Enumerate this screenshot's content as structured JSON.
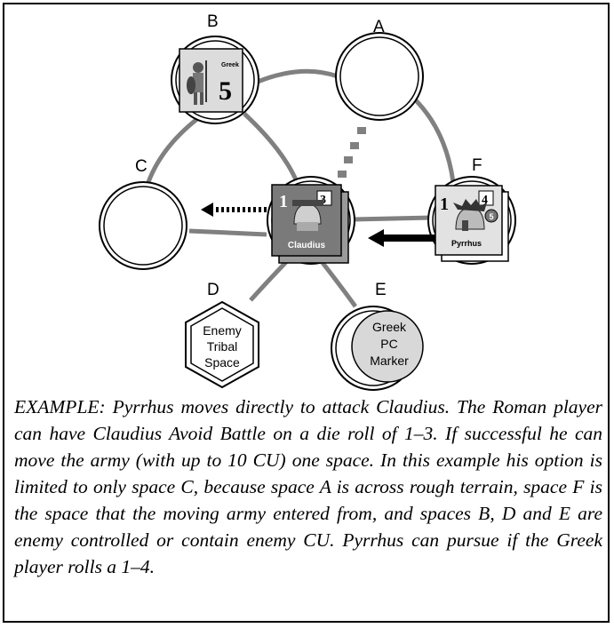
{
  "spaces": {
    "a": {
      "label": "A"
    },
    "b": {
      "label": "B"
    },
    "c": {
      "label": "C"
    },
    "d": {
      "label": "D",
      "marker_lines": [
        "Enemy",
        "Tribal",
        "Space"
      ]
    },
    "e": {
      "label": "E",
      "marker_lines": [
        "Greek",
        "PC",
        "Marker"
      ]
    },
    "f": {
      "label": "F"
    }
  },
  "units": {
    "greek_counter": {
      "name": "Greek",
      "value": "5"
    },
    "claudius": {
      "name": "Claudius",
      "strategy": "1",
      "tactics": "3"
    },
    "pyrrhus": {
      "name": "Pyrrhus",
      "strategy": "1",
      "tactics": "4",
      "badge": "5"
    }
  },
  "caption": "EXAMPLE: Pyrrhus moves directly to attack Claudius. The Roman player can have Claudius Avoid Battle on a die roll of 1–3. If successful he can move the army (with up to 10 CU) one space. In this example his option is limited to only space C, because space A is across rough terrain, space F is the space that the moving army entered from, and spaces B, D and E are enemy controlled or contain enemy CU. Pyrrhus can pursue if the Greek player rolls a 1–4."
}
